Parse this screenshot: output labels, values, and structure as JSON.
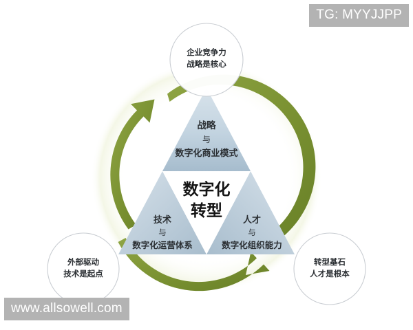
{
  "watermarks": {
    "top_right": "TG: MYYJJPP",
    "bottom_left": "www.allsowell.com"
  },
  "diagram": {
    "center_label_line1": "数字化",
    "center_label_line2": "转型",
    "pillars": [
      {
        "id": "strategy",
        "position": "top",
        "line1": "战略",
        "line2": "与",
        "line3": "数字化商业模式"
      },
      {
        "id": "technology",
        "position": "bottom-left",
        "line1": "技术",
        "line2": "与",
        "line3": "数字化运营体系"
      },
      {
        "id": "talent",
        "position": "bottom-right",
        "line1": "人才",
        "line2": "与",
        "line3": "数字化组织能力"
      }
    ],
    "callouts": [
      {
        "id": "competitiveness",
        "position": "top",
        "line1": "企业竞争力",
        "line2": "战略是核心"
      },
      {
        "id": "external-driver",
        "position": "bottom-left",
        "line1": "外部驱动",
        "line2": "技术是起点"
      },
      {
        "id": "foundation",
        "position": "bottom-right",
        "line1": "转型基石",
        "line2": "人才是根本"
      }
    ]
  },
  "colors": {
    "ring_green": "#7d9434",
    "ring_green_dark": "#6b8229",
    "triangle_blue_light": "#cfdce6",
    "triangle_blue_dark": "#a9c0d2",
    "circle_stroke": "#c9cdd2",
    "watermark_bg": "#b3b3b3",
    "text_dark": "#1a1a1a",
    "background": "#ffffff"
  },
  "icons": {
    "ring": "circular-arrow-ring-icon",
    "triangle": "sierpinski-triangle-icon"
  }
}
